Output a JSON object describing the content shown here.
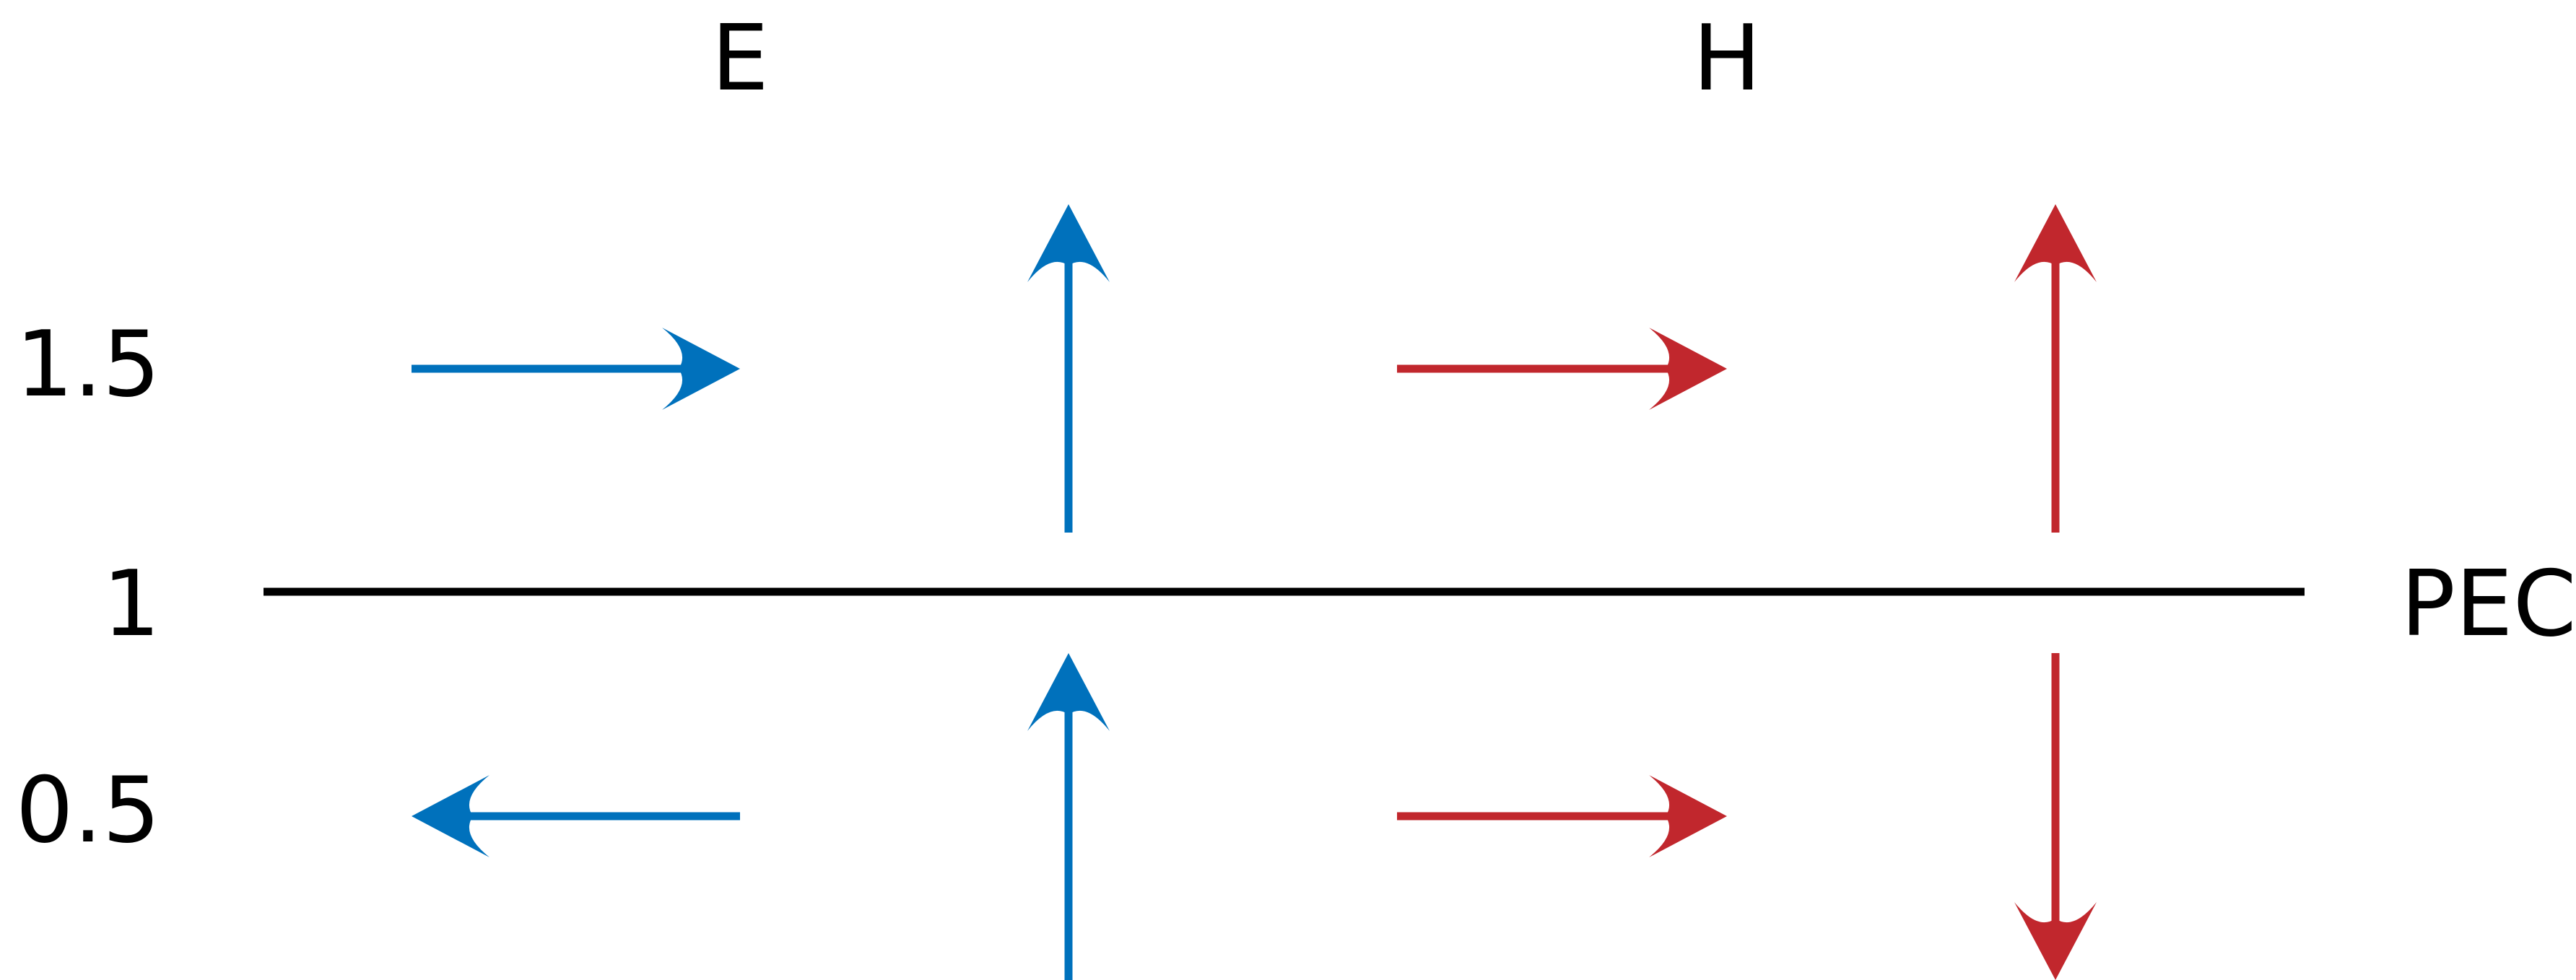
{
  "labels": {
    "e_field": "E",
    "h_field": "H",
    "boundary": "PEC",
    "y_upper": "1.5",
    "y_boundary": "1",
    "y_lower": "0.5"
  },
  "colors": {
    "e_arrows": "#0071bc",
    "h_arrows": "#c1272d",
    "boundary_line": "#000000"
  }
}
